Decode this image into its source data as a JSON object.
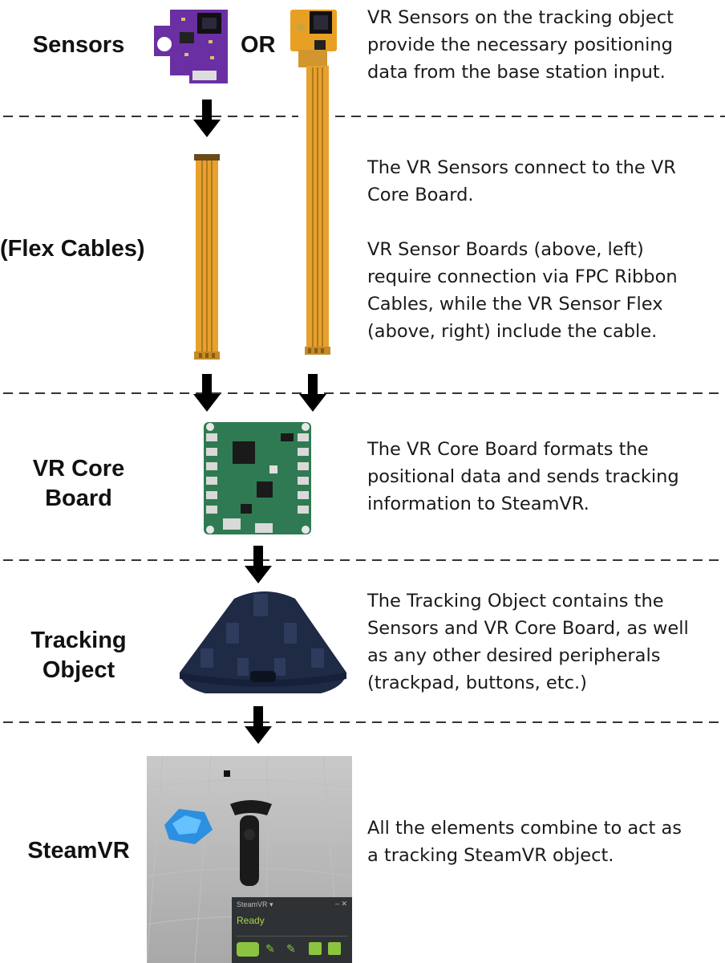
{
  "steps": [
    {
      "label": "Sensors",
      "description": "VR Sensors on the tracking object\nprovide the necessary positioning\ndata from the base station input."
    },
    {
      "label": "(Flex Cables)",
      "description": "The VR Sensors connect to the VR\nCore Board.\n\nVR Sensor Boards (above, left)\nrequire connection via FPC Ribbon\nCables, while the VR Sensor Flex\n(above, right) include the cable."
    },
    {
      "label": "VR Core\nBoard",
      "description": "The VR Core Board formats the\npositional data and sends tracking\ninformation to SteamVR."
    },
    {
      "label": "Tracking\nObject",
      "description": "The Tracking Object contains the\nSensors and VR Core Board, as well\nas any other desired peripherals\n(trackpad, buttons, etc.)"
    },
    {
      "label": "SteamVR",
      "description": "All the elements combine to act as\na tracking SteamVR object."
    }
  ],
  "or_text": "OR",
  "steamvr_window": {
    "title": "SteamVR ▾",
    "status": "Ready",
    "controls": "–  ✕"
  },
  "colors": {
    "sensor_board": "#6a2fa3",
    "flex_cable": "#e8a024",
    "core_board": "#2f7a52",
    "tracking_object": "#1f2a44",
    "arrow": "#000000",
    "divider": "#333333",
    "steam_ready": "#a8d64a"
  }
}
